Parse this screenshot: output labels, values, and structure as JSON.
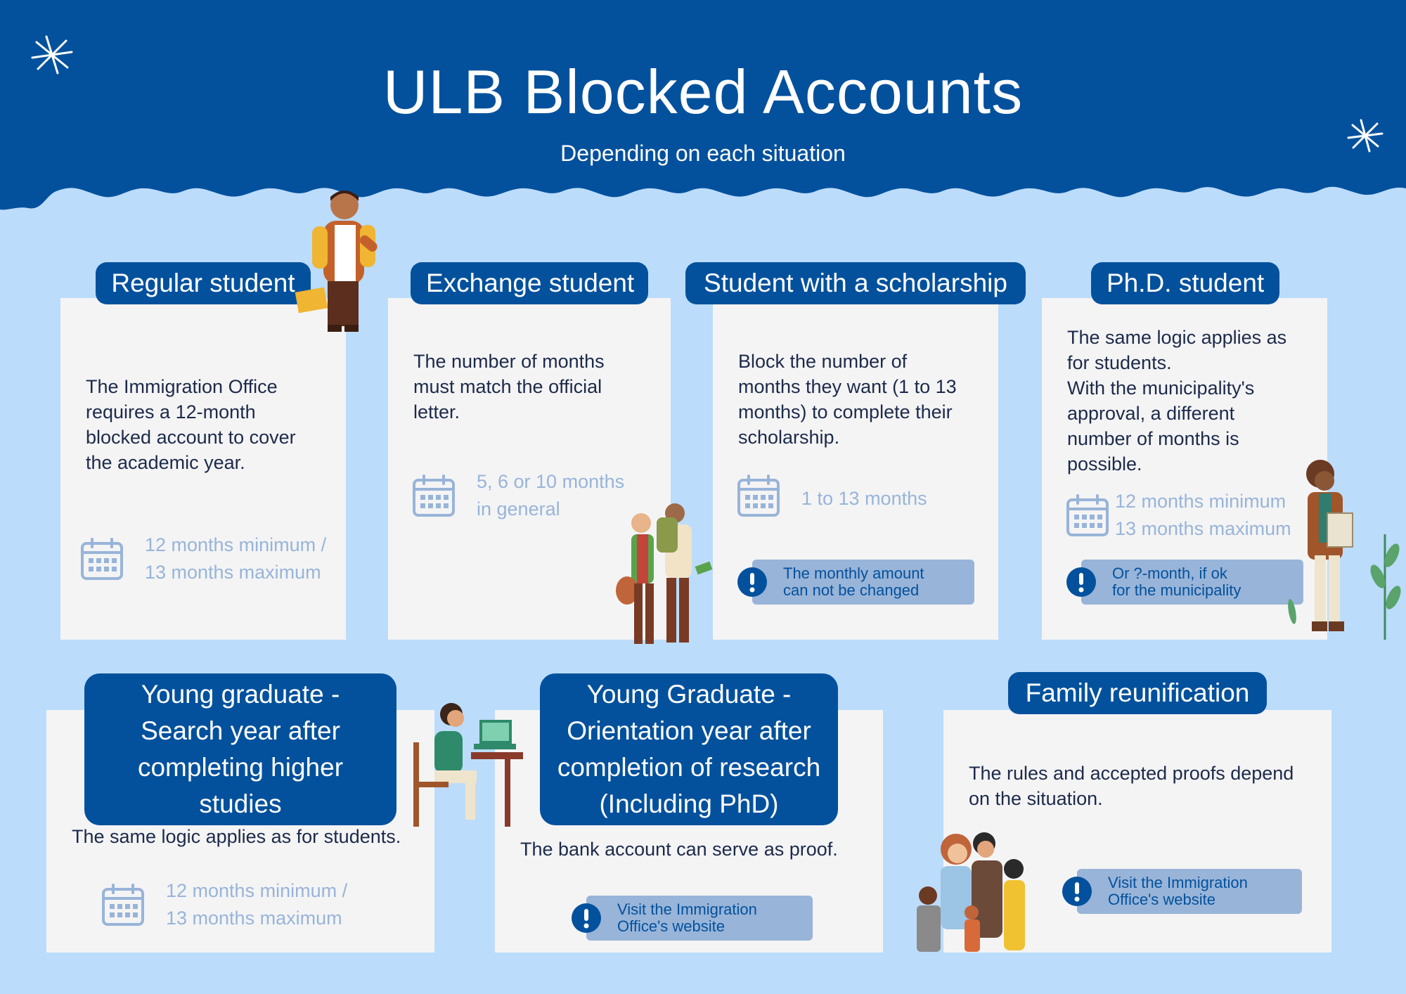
{
  "header": {
    "title": "ULB Blocked Accounts",
    "subtitle": "Depending on each situation"
  },
  "colors": {
    "primary": "#03519d",
    "background": "#bcdcfb",
    "card": "#f4f4f5",
    "muted": "#98b4d8",
    "text": "#1d2a4a"
  },
  "cards": {
    "regular": {
      "label": "Regular student",
      "description": "The Immigration Office\nrequires a 12-month\nblocked account to cover\nthe academic year.",
      "duration": "12 months minimum /\n13 months maximum"
    },
    "exchange": {
      "label": "Exchange student",
      "description": "The number of months\nmust match the official\nletter.",
      "duration": "5, 6 or 10 months\nin general"
    },
    "scholarship": {
      "label": "Student with a scholarship",
      "description": "Block the number of\nmonths they want (1 to 13\nmonths) to complete their\nscholarship.",
      "duration": "1 to 13 months",
      "note": "The monthly amount\ncan not be changed"
    },
    "phd": {
      "label": "Ph.D. student",
      "description": "The same logic applies as\nfor students.\nWith the municipality's\napproval, a different\nnumber of months is\npossible.",
      "duration": "12 months minimum\n13 months maximum",
      "note": "Or ?-month, if ok\nfor the municipality"
    },
    "search_year": {
      "label": "Young graduate - Search year after completing higher studies",
      "description": "The same logic applies as for students.",
      "duration": "12 months minimum /\n13 months maximum"
    },
    "orientation_year": {
      "label": "Young Graduate - Orientation year after completion of research (Including PhD)",
      "description": "The bank account can serve as proof.",
      "note": "Visit the Immigration\nOffice's website"
    },
    "family": {
      "label": "Family reunification",
      "description": "The rules and accepted proofs depend\non the situation.",
      "note": "Visit the Immigration\nOffice's website"
    }
  },
  "icons": {
    "calendar": "calendar-icon",
    "info": "exclamation-icon",
    "sparkle": "sparkle-icon"
  }
}
